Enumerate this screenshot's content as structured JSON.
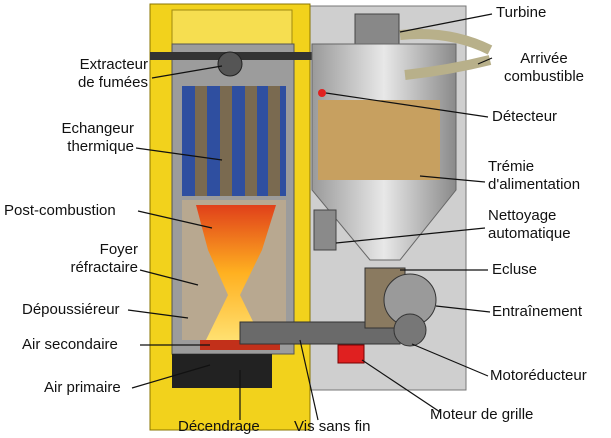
{
  "labels": {
    "extracteur": [
      "Extracteur",
      "de fumées"
    ],
    "echangeur": [
      "Echangeur",
      "thermique"
    ],
    "post_combustion": "Post-combustion",
    "foyer": [
      "Foyer",
      "réfractaire"
    ],
    "depoussiereur": "Dépoussiéreur",
    "air_secondaire": "Air secondaire",
    "air_primaire": "Air primaire",
    "decendrage": "Décendrage",
    "vis_sans_fin": "Vis sans fin",
    "moteur_grille": "Moteur de grille",
    "turbine": "Turbine",
    "arrivee": [
      "Arrivée",
      "combustible"
    ],
    "detecteur": "Détecteur",
    "tremie": [
      "Trémie",
      "d'alimentation"
    ],
    "nettoyage": [
      "Nettoyage",
      "automatique"
    ],
    "ecluse": "Ecluse",
    "entrainement": "Entraînement",
    "motoreducteur": "Motoréducteur"
  },
  "colors": {
    "casing": "#f2d21c",
    "housing": "#c9c9c9",
    "exchanger": "#2f4fa0",
    "flame": "#f29a1a",
    "motor": "#e02020"
  }
}
